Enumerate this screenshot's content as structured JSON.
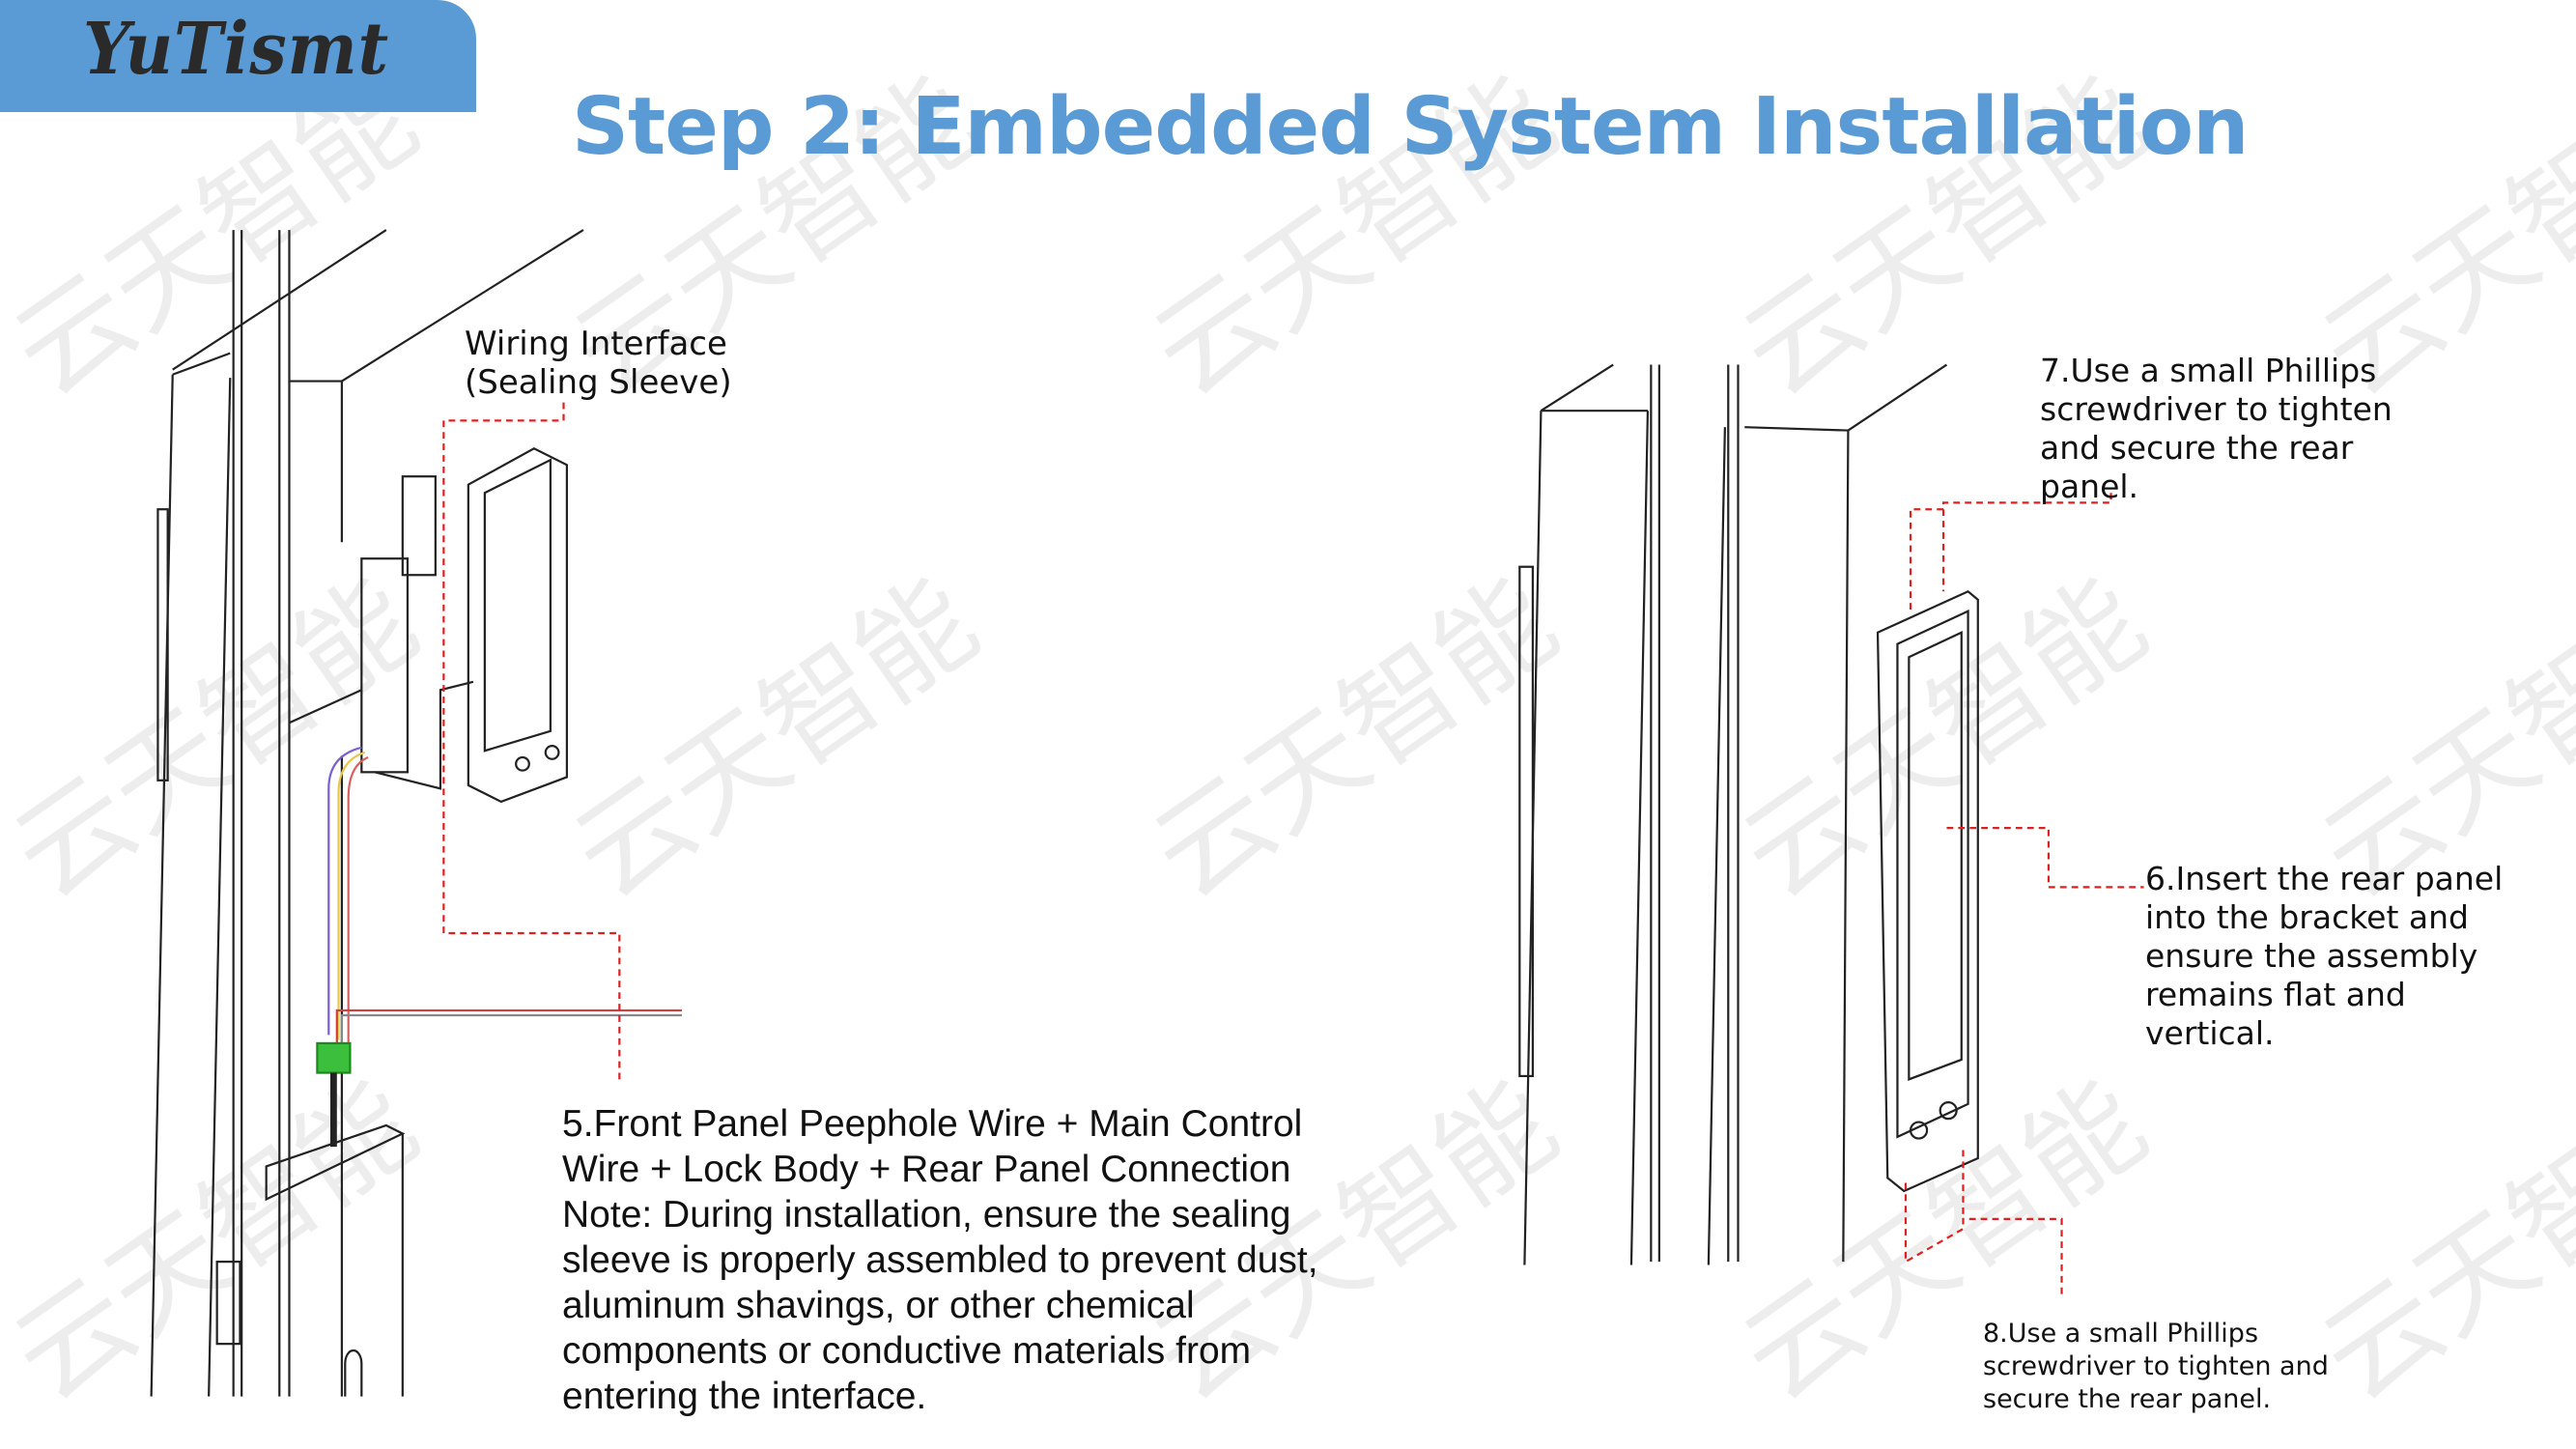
{
  "brand": {
    "logo_text": "YuTismt",
    "accent_color": "#5b9bd5"
  },
  "title": "Step 2: Embedded System Installation",
  "watermark": "云天智能",
  "labels": {
    "wiring": "Wiring Interface\n(Sealing Sleeve)",
    "step5": "5.Front Panel Peephole Wire + Main Control\nWire + Lock Body + Rear Panel Connection\nNote: During installation, ensure the sealing\nsleeve is properly assembled to prevent dust,\naluminum shavings, or other chemical\ncomponents or conductive materials from\nentering the interface.",
    "step7": "7.Use a small Phillips\nscrewdriver to tighten\nand secure the rear\npanel.",
    "step6": "6.Insert the rear panel\ninto the bracket and\nensure the assembly\nremains flat and\nvertical.",
    "step8": "8.Use a small Phillips\nscrewdriver to tighten and\nsecure the rear panel."
  },
  "colors": {
    "leader_line": "#e02020",
    "line_art": "#222222"
  }
}
